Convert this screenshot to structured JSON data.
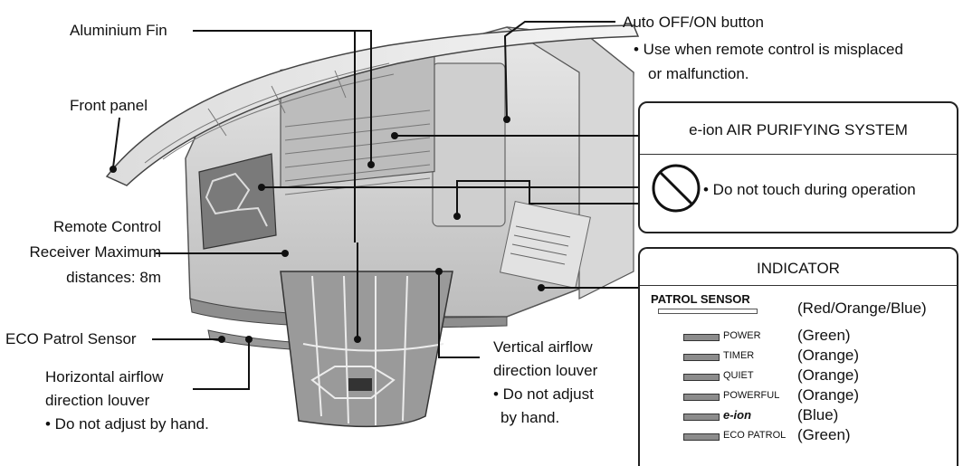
{
  "labels": {
    "aluminium_fin": "Aluminium Fin",
    "front_panel": "Front panel",
    "remote_receiver_1": "Remote Control",
    "remote_receiver_2": "Receiver Maximum",
    "remote_receiver_3": "distances: 8m",
    "eco_patrol_sensor": "ECO Patrol Sensor",
    "horizontal_1": "Horizontal airflow",
    "horizontal_2": "direction louver",
    "horizontal_3": "•  Do not adjust by hand.",
    "vertical_1": "Vertical airflow",
    "vertical_2": "direction louver",
    "vertical_3": "• Do not adjust",
    "vertical_4": "by hand.",
    "auto_button_1": "Auto OFF/ON button",
    "auto_button_2": "•  Use when remote control is misplaced",
    "auto_button_3": "or malfunction."
  },
  "eion_box": {
    "title": "e-ion AIR PURIFYING SYSTEM",
    "warning": "• Do not touch during operation",
    "icon": "no-touch-prohibited-icon"
  },
  "indicator": {
    "title": "INDICATOR",
    "sensor_label": "PATROL SENSOR",
    "sensor_colors": "(Red/Orange/Blue)",
    "items": [
      {
        "name": "POWER",
        "color": "(Green)"
      },
      {
        "name": "TIMER",
        "color": "(Orange)"
      },
      {
        "name": "QUIET",
        "color": "(Orange)"
      },
      {
        "name": "POWERFUL",
        "color": "(Orange)"
      },
      {
        "name": "e-ion",
        "color": "(Blue)"
      },
      {
        "name": "ECO PATROL",
        "color": "(Green)"
      }
    ]
  }
}
